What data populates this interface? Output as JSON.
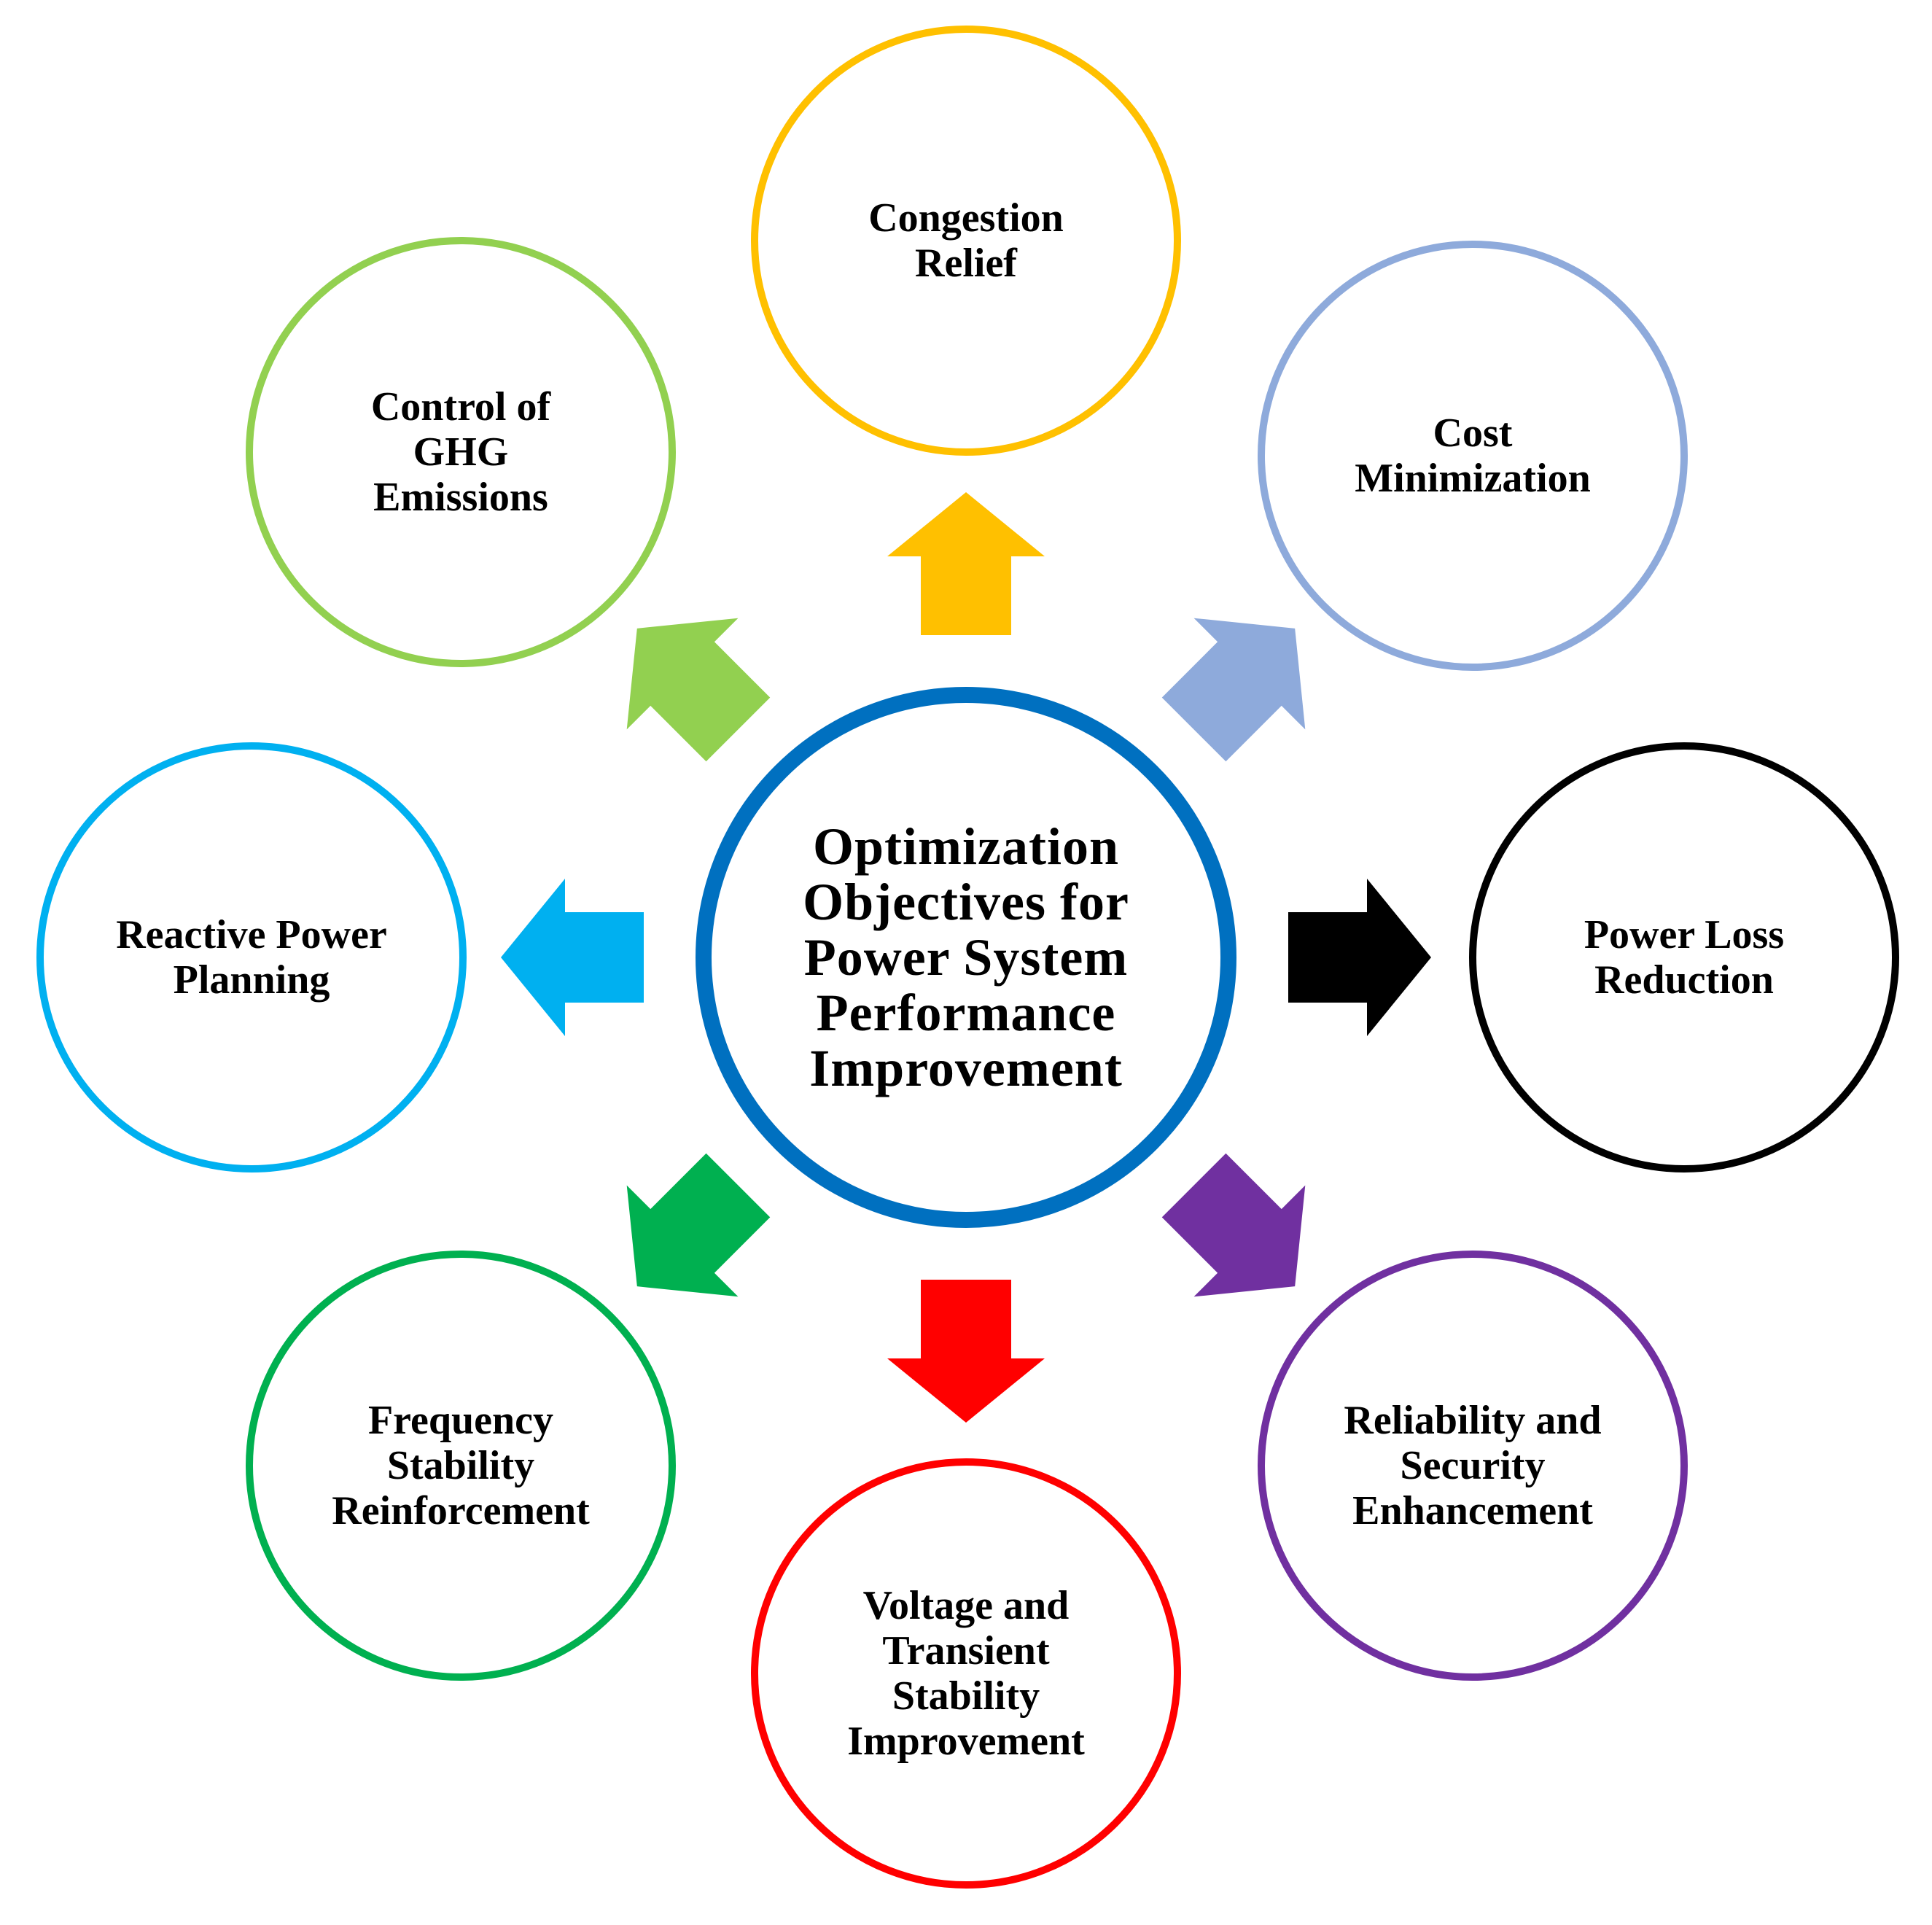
{
  "center": {
    "lines": [
      "Optimization",
      "Objectives for",
      "Power System",
      "Performance",
      "Improvement"
    ],
    "color": "#0070C0"
  },
  "nodes": [
    {
      "id": "congestion-relief",
      "lines": [
        "Congestion",
        "Relief"
      ],
      "color": "#FFC000",
      "icon": "arrow-up-icon"
    },
    {
      "id": "cost-minimization",
      "lines": [
        "Cost",
        "Minimization"
      ],
      "color": "#8EAADB",
      "icon": "arrow-up-right-icon"
    },
    {
      "id": "power-loss-reduction",
      "lines": [
        "Power Loss",
        "Reduction"
      ],
      "color": "#000000",
      "icon": "arrow-right-icon"
    },
    {
      "id": "reliability-security",
      "lines": [
        "Reliability and",
        "Security",
        "Enhancement"
      ],
      "color": "#7030A0",
      "icon": "arrow-down-right-icon"
    },
    {
      "id": "voltage-transient-stability",
      "lines": [
        "Voltage and",
        "Transient",
        "Stability",
        "Improvement"
      ],
      "color": "#FF0000",
      "icon": "arrow-down-icon"
    },
    {
      "id": "frequency-stability",
      "lines": [
        "Frequency",
        "Stability",
        "Reinforcement"
      ],
      "color": "#00B050",
      "icon": "arrow-down-left-icon"
    },
    {
      "id": "reactive-power-planning",
      "lines": [
        "Reactive Power",
        "Planning"
      ],
      "color": "#00B0F0",
      "icon": "arrow-left-icon"
    },
    {
      "id": "ghg-emissions",
      "lines": [
        "Control of",
        "GHG",
        "Emissions"
      ],
      "color": "#92D050",
      "icon": "arrow-up-left-icon"
    }
  ]
}
